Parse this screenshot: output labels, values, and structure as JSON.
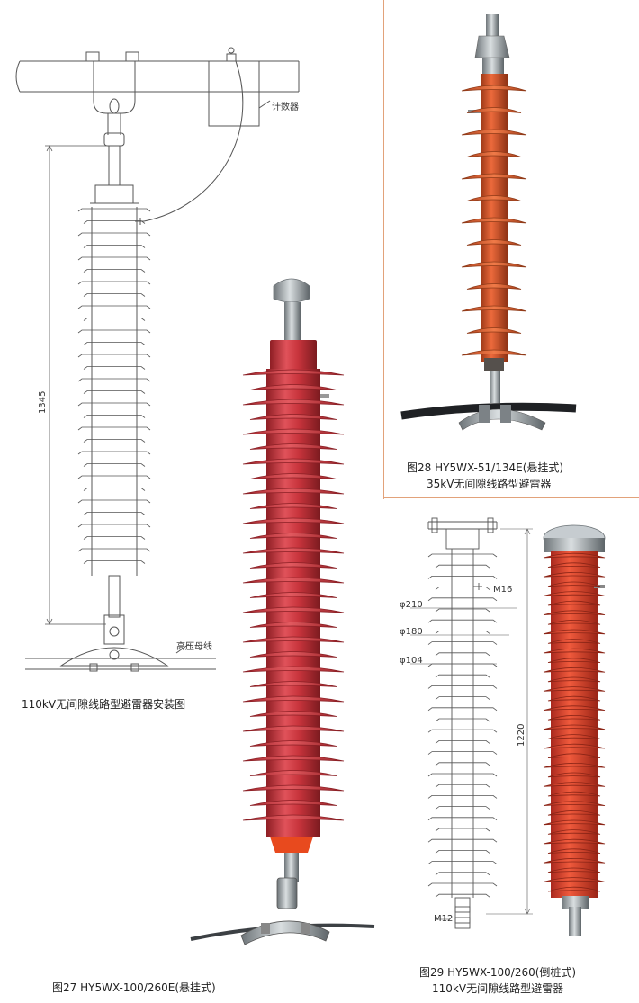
{
  "colors": {
    "accent_divider": "#e2a27a",
    "insulator_red": "#c8343c",
    "insulator_orange": "#d4522a",
    "drawing_line": "#555555"
  },
  "figures": {
    "install": {
      "caption": "110kV无间隙线路型避雷器安装图",
      "counter_label": "计数器",
      "busbar_label": "高压母线",
      "height_dim": "1345"
    },
    "fig27": {
      "caption": "图27  HY5WX-100/260E(悬挂式)"
    },
    "fig28": {
      "caption_line1": "图28  HY5WX-51/134E(悬挂式)",
      "caption_line2": "35kV无间隙线路型避雷器"
    },
    "fig29": {
      "caption_line1": "图29  HY5WX-100/260(倒桩式)",
      "caption_line2": "110kV无间隙线路型避雷器",
      "dim_210": "φ210",
      "dim_180": "φ180",
      "dim_104": "φ104",
      "dim_m16": "M16",
      "dim_m12": "M12",
      "height_dim": "1220"
    }
  }
}
